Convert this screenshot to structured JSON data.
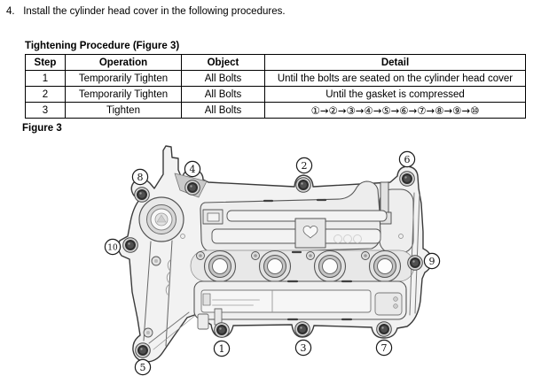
{
  "page": {
    "instruction_number": "4.",
    "instruction_text": "Install the cylinder head cover in the following procedures.",
    "table_title": "Tightening Procedure (Figure 3)",
    "figure_label": "Figure 3"
  },
  "table": {
    "headers": [
      "Step",
      "Operation",
      "Object",
      "Detail"
    ],
    "rows": [
      [
        "1",
        "Temporarily Tighten",
        "All Bolts",
        "Until the bolts are seated on the cylinder head cover"
      ],
      [
        "2",
        "Temporarily Tighten",
        "All Bolts",
        "Until the gasket is compressed"
      ],
      [
        "3",
        "Tighten",
        "All Bolts",
        "①→②→③→④→⑤→⑥→⑦→⑧→⑨→⑩"
      ]
    ]
  },
  "figure": {
    "callouts": [
      "1",
      "2",
      "3",
      "4",
      "5",
      "6",
      "7",
      "8",
      "9",
      "10"
    ]
  },
  "colors": {
    "text": "#000000",
    "table_border": "#000000",
    "diagram_outline": "#3a3a3a",
    "diagram_fill": "#f2f2f2",
    "bolt_dark": "#2e2e2e",
    "callout_stroke": "#1c1c1c"
  }
}
